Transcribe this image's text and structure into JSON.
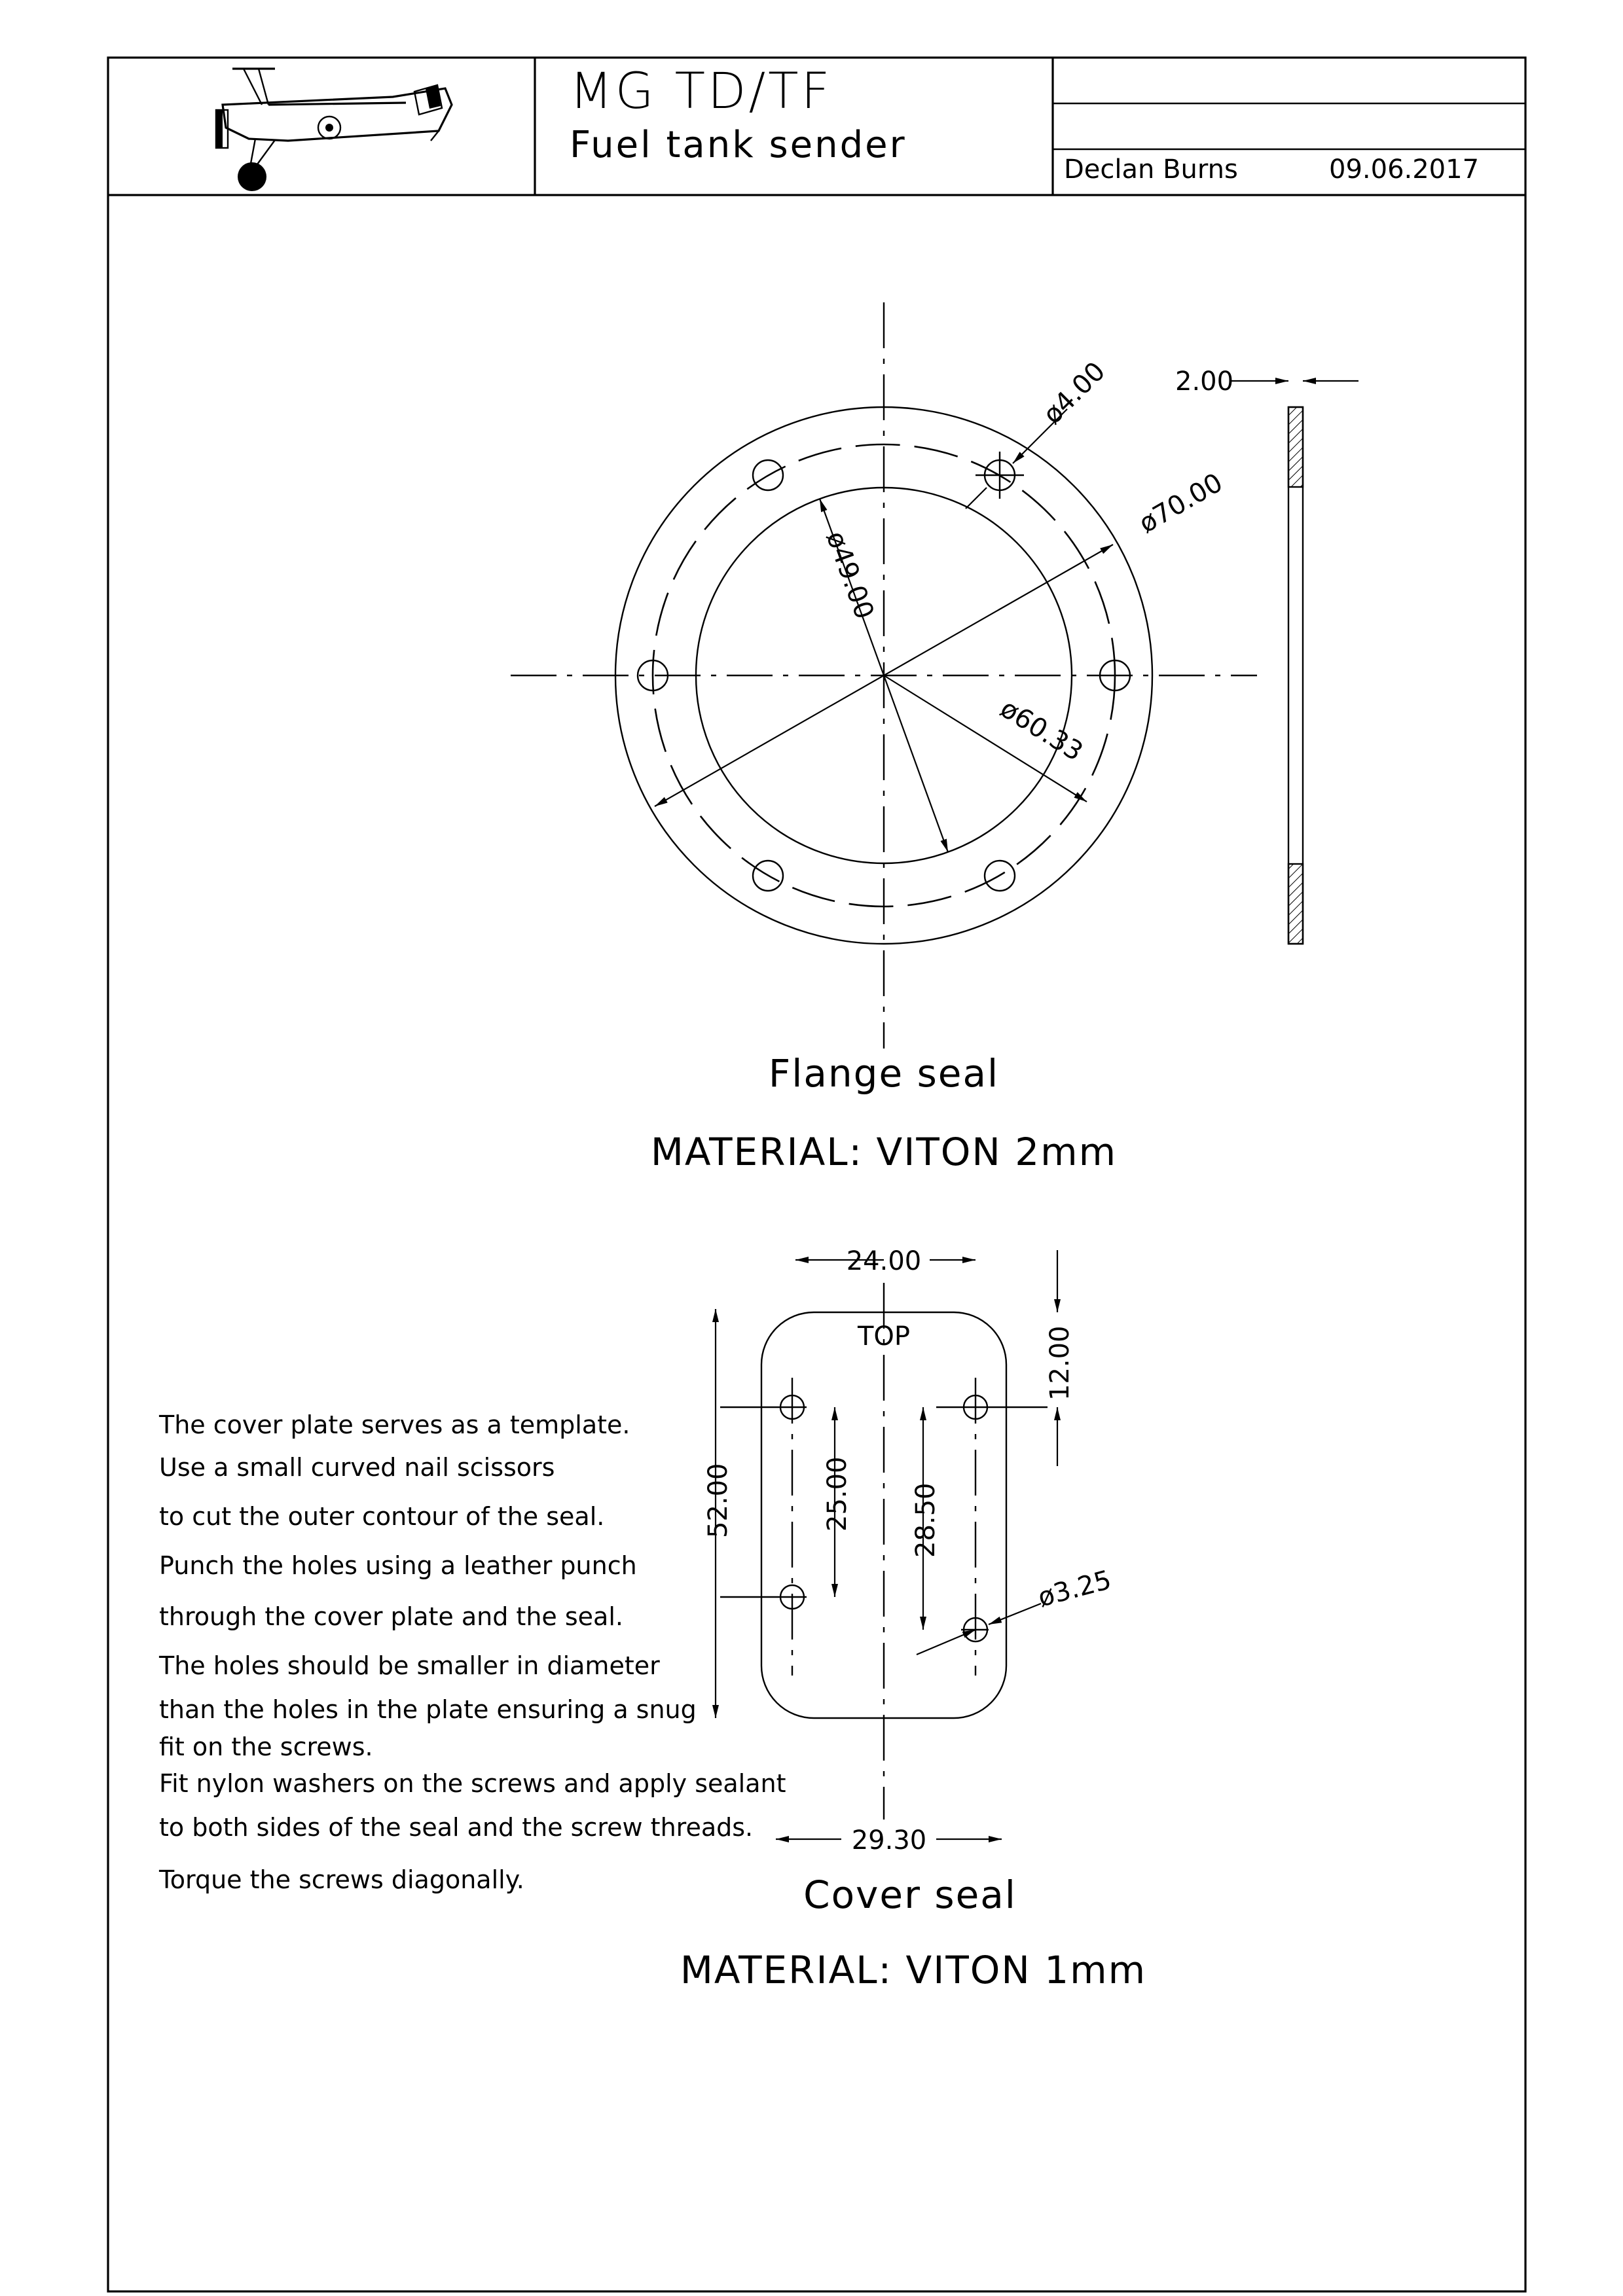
{
  "title_block": {
    "title": "MG TD/TF",
    "subtitle": "Fuel tank sender",
    "author": "Declan Burns",
    "date": "09.06.2017"
  },
  "flange": {
    "dim_hole": "ø4.00",
    "dim_outer": "ø70.00",
    "dim_inner": "ø49.00",
    "dim_pcd": "ø60.33",
    "dim_thickness": "2.00",
    "caption": "Flange seal",
    "material": "MATERIAL:  VITON  2mm"
  },
  "cover": {
    "top_label": "TOP",
    "dim_width_top": "24.00",
    "dim_height": "52.00",
    "dim_hole_spacing_left": "25.00",
    "dim_hole_spacing_right": "28.50",
    "dim_top_offset": "12.00",
    "dim_hole": "ø3.25",
    "dim_width_bottom": "29.30",
    "caption": "Cover seal",
    "material": "MATERIAL:  VITON  1mm"
  },
  "notes": [
    "The cover plate serves as a template.",
    "Use a small curved nail scissors",
    "to cut the outer contour of the seal.",
    "Punch the holes using a leather punch",
    "through the cover plate and the seal.",
    "The holes should be smaller in diameter",
    "than the holes in the plate ensuring a snug",
    "fit on the screws.",
    "Fit nylon washers on the screws and apply sealant",
    "to both sides of the seal and the screw threads.",
    "Torque the screws diagonally."
  ]
}
